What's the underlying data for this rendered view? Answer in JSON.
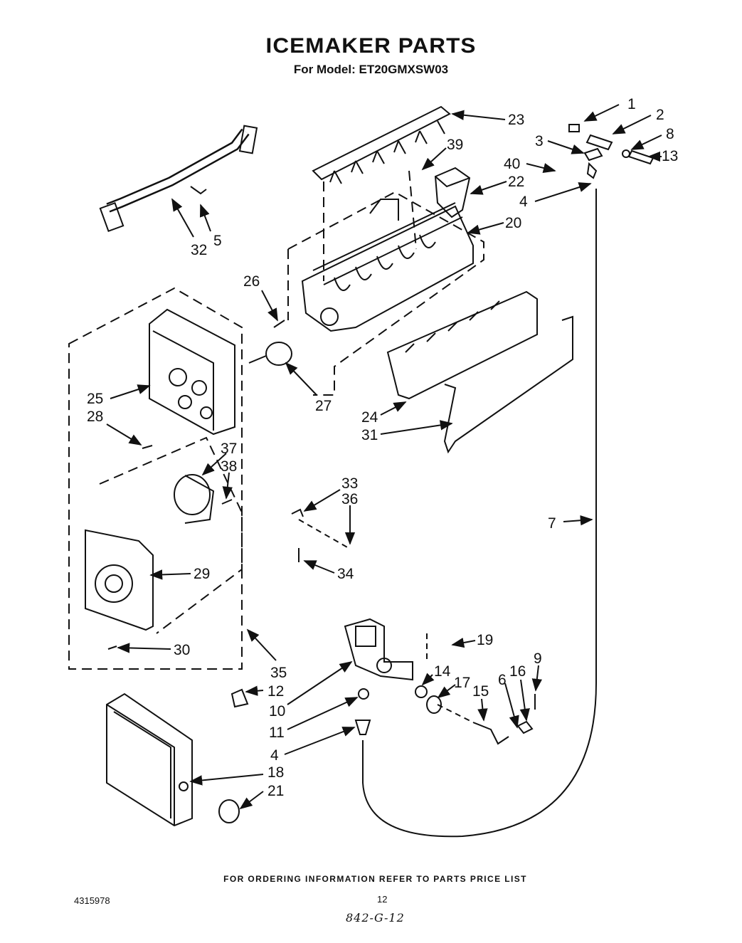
{
  "header": {
    "title": "ICEMAKER PARTS",
    "subtitle": "For Model: ET20GMXSW03"
  },
  "callouts": [
    "1",
    "2",
    "3",
    "8",
    "13",
    "40",
    "4",
    "22",
    "23",
    "39",
    "20",
    "32",
    "5",
    "26",
    "25",
    "28",
    "27",
    "24",
    "31",
    "37",
    "38",
    "33",
    "36",
    "34",
    "7",
    "29",
    "30",
    "35",
    "19",
    "9",
    "16",
    "6",
    "15",
    "17",
    "14",
    "12",
    "10",
    "11",
    "4",
    "18",
    "21"
  ],
  "footer": {
    "ordering_note": "FOR ORDERING INFORMATION REFER TO PARTS PRICE LIST",
    "doc_number": "4315978",
    "page_number": "12",
    "handwritten_code": "842-G-12"
  }
}
